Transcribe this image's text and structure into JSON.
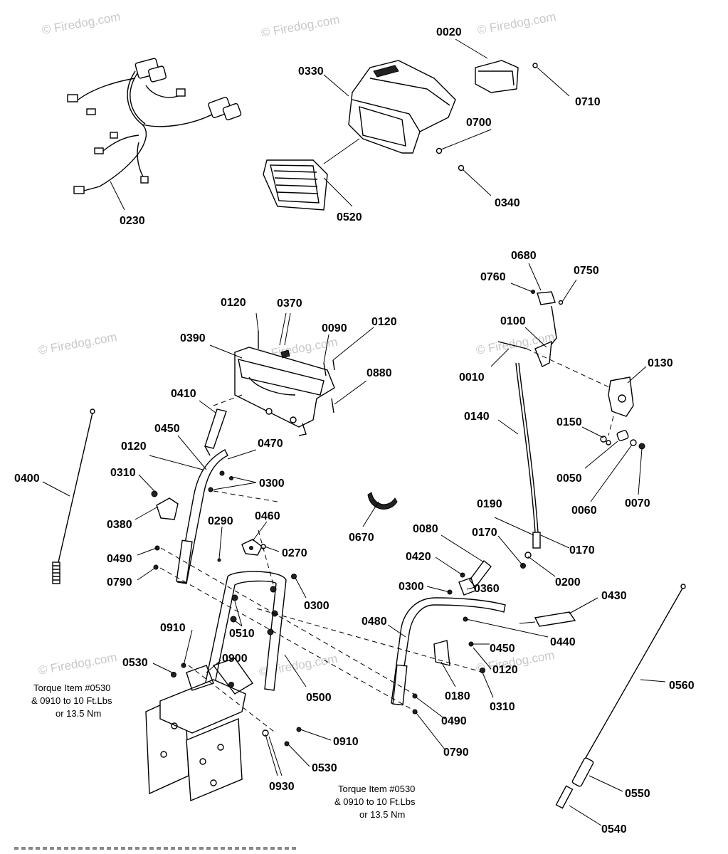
{
  "watermark": "© Firedog.com",
  "callouts": [
    {
      "id": "c0020",
      "text": "0020"
    },
    {
      "id": "c0330",
      "text": "0330"
    },
    {
      "id": "c0710",
      "text": "0710"
    },
    {
      "id": "c0700",
      "text": "0700"
    },
    {
      "id": "c0340",
      "text": "0340"
    },
    {
      "id": "c0520",
      "text": "0520"
    },
    {
      "id": "c0230",
      "text": "0230"
    },
    {
      "id": "c0680",
      "text": "0680"
    },
    {
      "id": "c0760",
      "text": "0760"
    },
    {
      "id": "c0750",
      "text": "0750"
    },
    {
      "id": "c0100",
      "text": "0100"
    },
    {
      "id": "c0010",
      "text": "0010"
    },
    {
      "id": "c0130",
      "text": "0130"
    },
    {
      "id": "c0140",
      "text": "0140"
    },
    {
      "id": "c0150",
      "text": "0150"
    },
    {
      "id": "c0050",
      "text": "0050"
    },
    {
      "id": "c0060",
      "text": "0060"
    },
    {
      "id": "c0070",
      "text": "0070"
    },
    {
      "id": "c0120a",
      "text": "0120"
    },
    {
      "id": "c0370",
      "text": "0370"
    },
    {
      "id": "c0090",
      "text": "0090"
    },
    {
      "id": "c0120b",
      "text": "0120"
    },
    {
      "id": "c0390",
      "text": "0390"
    },
    {
      "id": "c0880",
      "text": "0880"
    },
    {
      "id": "c0410",
      "text": "0410"
    },
    {
      "id": "c0450a",
      "text": "0450"
    },
    {
      "id": "c0120c",
      "text": "0120"
    },
    {
      "id": "c0470",
      "text": "0470"
    },
    {
      "id": "c0310a",
      "text": "0310"
    },
    {
      "id": "c0300a",
      "text": "0300"
    },
    {
      "id": "c0400",
      "text": "0400"
    },
    {
      "id": "c0380",
      "text": "0380"
    },
    {
      "id": "c0290",
      "text": "0290"
    },
    {
      "id": "c0460",
      "text": "0460"
    },
    {
      "id": "c0270",
      "text": "0270"
    },
    {
      "id": "c0490a",
      "text": "0490"
    },
    {
      "id": "c0790a",
      "text": "0790"
    },
    {
      "id": "c0300b",
      "text": "0300"
    },
    {
      "id": "c0670",
      "text": "0670"
    },
    {
      "id": "c0190",
      "text": "0190"
    },
    {
      "id": "c0080",
      "text": "0080"
    },
    {
      "id": "c0170a",
      "text": "0170"
    },
    {
      "id": "c0170b",
      "text": "0170"
    },
    {
      "id": "c0420",
      "text": "0420"
    },
    {
      "id": "c0200",
      "text": "0200"
    },
    {
      "id": "c0300c",
      "text": "0300"
    },
    {
      "id": "c0360",
      "text": "0360"
    },
    {
      "id": "c0430",
      "text": "0430"
    },
    {
      "id": "c0910a",
      "text": "0910"
    },
    {
      "id": "c0510",
      "text": "0510"
    },
    {
      "id": "c0480",
      "text": "0480"
    },
    {
      "id": "c0440",
      "text": "0440"
    },
    {
      "id": "c0900",
      "text": "0900"
    },
    {
      "id": "c0450b",
      "text": "0450"
    },
    {
      "id": "c0530a",
      "text": "0530"
    },
    {
      "id": "c0120d",
      "text": "0120"
    },
    {
      "id": "c0500",
      "text": "0500"
    },
    {
      "id": "c0180",
      "text": "0180"
    },
    {
      "id": "c0310b",
      "text": "0310"
    },
    {
      "id": "c0560",
      "text": "0560"
    },
    {
      "id": "c0490b",
      "text": "0490"
    },
    {
      "id": "c0910b",
      "text": "0910"
    },
    {
      "id": "c0790b",
      "text": "0790"
    },
    {
      "id": "c0530b",
      "text": "0530"
    },
    {
      "id": "c0930",
      "text": "0930"
    },
    {
      "id": "c0550",
      "text": "0550"
    },
    {
      "id": "c0540",
      "text": "0540"
    }
  ],
  "torque_notes": [
    {
      "id": "left",
      "lines": [
        "Torque Item #0530",
        "& 0910 to 10 Ft.Lbs",
        "or 13.5 Nm"
      ]
    },
    {
      "id": "bottom",
      "lines": [
        "Torque Item #0530",
        "& 0910 to 10 Ft.Lbs",
        "or 13.5 Nm"
      ]
    }
  ]
}
